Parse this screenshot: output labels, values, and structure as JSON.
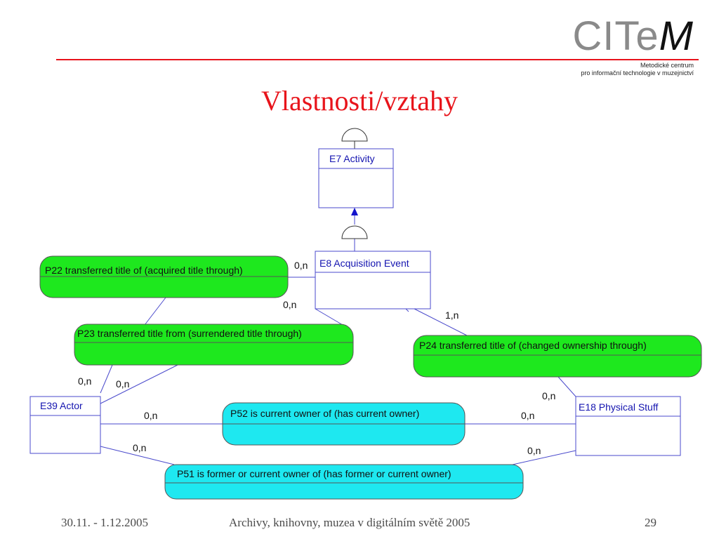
{
  "header": {
    "logo": {
      "text_a": "CITe",
      "text_b": "M",
      "line1": "Metodické centrum",
      "line2": "pro informační technologie v muzejnictví"
    },
    "title": "Vlastnosti/vztahy"
  },
  "entities": {
    "e7": "E7 Activity",
    "e8": "E8 Acquisition Event",
    "e39": "E39 Actor",
    "e18": "E18 Physical Stuff"
  },
  "properties": {
    "p22": "P22 transferred title of (acquired title through)",
    "p23": "P23 transferred title from (surrendered title through)",
    "p24": "P24 transferred title of (changed ownership through)",
    "p52": "P52 is current owner of (has current owner)",
    "p51": "P51 is former or current owner of (has former or current owner)"
  },
  "cardinalities": {
    "p22_e8": "0,n",
    "p23_e8": "0,n",
    "p24_e8": "1,n",
    "p23_e39_a": "0,n",
    "p23_e39_b": "0,n",
    "p24_e18": "0,n",
    "p52_e39": "0,n",
    "p52_e18": "0,n",
    "p51_e39": "0,n",
    "p51_e18": "0,n"
  },
  "colors": {
    "title": "#e8141b",
    "accent_line": "#e8141b",
    "property_green": "#1ee81e",
    "property_cyan": "#1ee8f0",
    "entity_text": "#1414b0",
    "entity_border": "#4a4acc"
  },
  "footer": {
    "date": "30.11. - 1.12.2005",
    "event": "Archivy, knihovny, muzea v digitálním světě 2005",
    "page": "29"
  }
}
